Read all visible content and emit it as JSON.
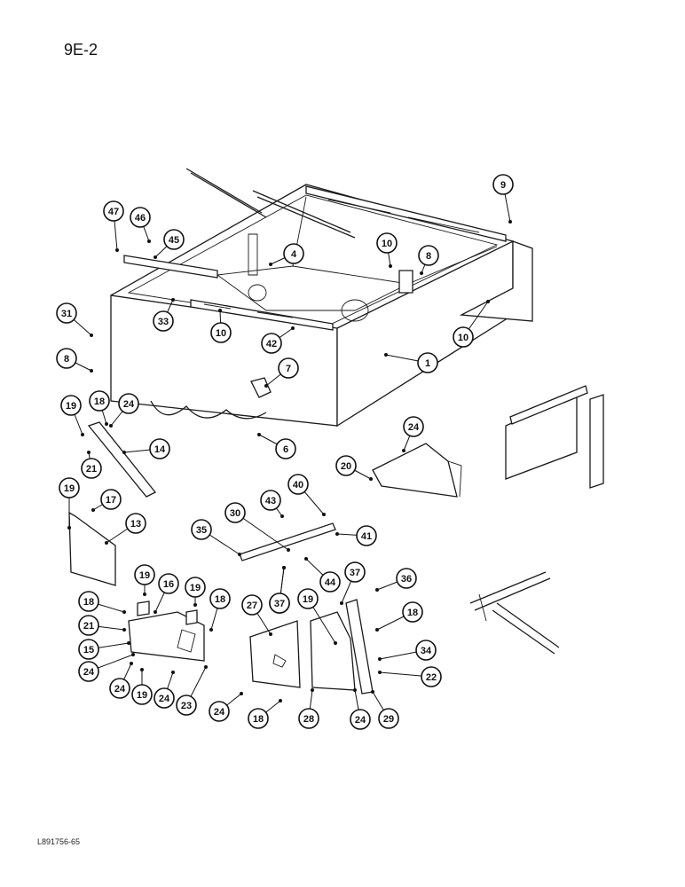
{
  "page": {
    "title": "9E-2",
    "footer_code": "L891756-65"
  },
  "callouts": [
    {
      "id": "c9",
      "label": "9"
    },
    {
      "id": "c47",
      "label": "47"
    },
    {
      "id": "c46",
      "label": "46"
    },
    {
      "id": "c45",
      "label": "45"
    },
    {
      "id": "c4",
      "label": "4"
    },
    {
      "id": "c10a",
      "label": "10"
    },
    {
      "id": "c8a",
      "label": "8"
    },
    {
      "id": "c31",
      "label": "31"
    },
    {
      "id": "c33",
      "label": "33"
    },
    {
      "id": "c10b",
      "label": "10"
    },
    {
      "id": "c42",
      "label": "42"
    },
    {
      "id": "c10c",
      "label": "10"
    },
    {
      "id": "c8b",
      "label": "8"
    },
    {
      "id": "c1",
      "label": "1"
    },
    {
      "id": "c7",
      "label": "7"
    },
    {
      "id": "c19a",
      "label": "19"
    },
    {
      "id": "c18a",
      "label": "18"
    },
    {
      "id": "c24a",
      "label": "24"
    },
    {
      "id": "c14",
      "label": "14"
    },
    {
      "id": "c21a",
      "label": "21"
    },
    {
      "id": "c6",
      "label": "6"
    },
    {
      "id": "c24b",
      "label": "24"
    },
    {
      "id": "c20",
      "label": "20"
    },
    {
      "id": "c19b",
      "label": "19"
    },
    {
      "id": "c17",
      "label": "17"
    },
    {
      "id": "c13",
      "label": "13"
    },
    {
      "id": "c40",
      "label": "40"
    },
    {
      "id": "c43",
      "label": "43"
    },
    {
      "id": "c30",
      "label": "30"
    },
    {
      "id": "c35",
      "label": "35"
    },
    {
      "id": "c41",
      "label": "41"
    },
    {
      "id": "c44",
      "label": "44"
    },
    {
      "id": "c37a",
      "label": "37"
    },
    {
      "id": "c19c",
      "label": "19"
    },
    {
      "id": "c16",
      "label": "16"
    },
    {
      "id": "c19d",
      "label": "19"
    },
    {
      "id": "c18b",
      "label": "18"
    },
    {
      "id": "c18c",
      "label": "18"
    },
    {
      "id": "c21b",
      "label": "21"
    },
    {
      "id": "c15",
      "label": "15"
    },
    {
      "id": "c24c",
      "label": "24"
    },
    {
      "id": "c24d",
      "label": "24"
    },
    {
      "id": "c19e",
      "label": "19"
    },
    {
      "id": "c24e",
      "label": "24"
    },
    {
      "id": "c23",
      "label": "23"
    },
    {
      "id": "c27",
      "label": "27"
    },
    {
      "id": "c37b",
      "label": "37"
    },
    {
      "id": "c19f",
      "label": "19"
    },
    {
      "id": "c37c",
      "label": "37"
    },
    {
      "id": "c36",
      "label": "36"
    },
    {
      "id": "c18d",
      "label": "18"
    },
    {
      "id": "c34",
      "label": "34"
    },
    {
      "id": "c22",
      "label": "22"
    },
    {
      "id": "c24f",
      "label": "24"
    },
    {
      "id": "c18e",
      "label": "18"
    },
    {
      "id": "c28",
      "label": "28"
    },
    {
      "id": "c24g",
      "label": "24"
    },
    {
      "id": "c29",
      "label": "29"
    }
  ]
}
